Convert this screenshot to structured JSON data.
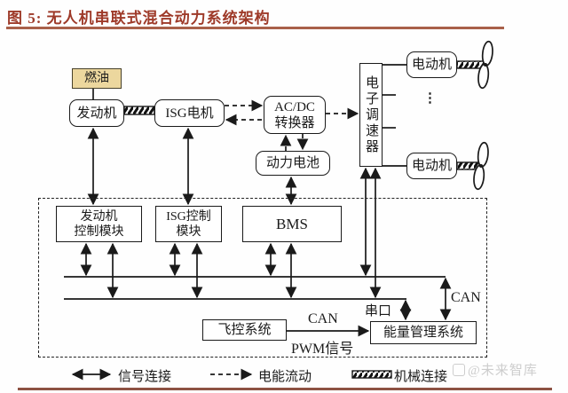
{
  "figure": {
    "title": "图 5:  无人机串联式混合动力系统架构"
  },
  "colors": {
    "title_text": "#9e3a29",
    "title_rule": "#a9604a",
    "bottom_rule": "#8d5243",
    "fuel_box_fill": "#ecd79e",
    "diagram_line": "#1a1a1a",
    "watermark_text": "#cdcdcd"
  },
  "nodes": {
    "fuel": "燃油",
    "engine": "发动机",
    "isg_motor": "ISG电机",
    "acdc_converter": "AC/DC\n转换器",
    "battery": "动力电池",
    "esc": "电子调速器",
    "motor_top": "电动机",
    "motor_bottom": "电动机",
    "motors_ellipsis": "⋮",
    "engine_ctrl_module": "发动机\n控制模块",
    "isg_ctrl_module": "ISG控制\n模块",
    "bms": "BMS",
    "flight_control": "飞控系统",
    "energy_mgmt": "能量管理系统"
  },
  "labels": {
    "can_bus_right": "CAN",
    "serial_port": "串口",
    "can_link": "CAN",
    "pwm_signal": "PWM信号"
  },
  "legend": {
    "signal": "信号连接",
    "power": "电能流动",
    "mechanical": "机械连接"
  },
  "watermark": {
    "text": "@未来智库"
  }
}
